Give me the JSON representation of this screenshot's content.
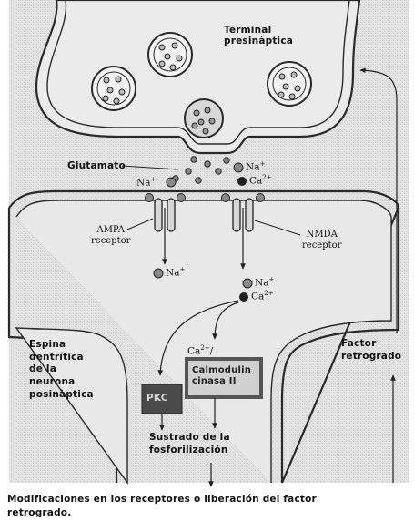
{
  "labels": {
    "presynaptic_line1": "Terminal",
    "presynaptic_line2": "presinàptica",
    "glutamate": "Glutamato",
    "na_left": "Na",
    "na_left_sup": "+",
    "na_right_top": "Na",
    "na_right_top_sup": "+",
    "ca_top": "Ca",
    "ca_top_sup": "2+",
    "ampa_line1": "AMPA",
    "ampa_line2": "receptor",
    "nmda_line1": "NMDA",
    "nmda_line2": "receptor",
    "na_ampa_below": "Na",
    "na_ampa_below_sup": "+",
    "na_nmda_below": "Na",
    "na_nmda_below_sup": "+",
    "ca_nmda_below": "Ca",
    "ca_nmda_below_sup": "2+",
    "spine_line1": "Espina",
    "spine_line2": "dentrítica",
    "spine_line3": "de la",
    "spine_line4": "neurona",
    "spine_line5": "posinàptica",
    "cam_ca": "Ca",
    "cam_ca_sup": "2+",
    "cam_slash": "/",
    "cam_line1": "Calmodulin",
    "cam_line2": "cinasa II",
    "pkc": "PKC",
    "substrate_line1": "Sustrado de la",
    "substrate_line2": "fosforilización",
    "retro_line1": "Factor",
    "retro_line2": "retrogrado",
    "bottom_line1": "Modificaciones en los receptores o liberación del factor",
    "bottom_line2": "retrogrado."
  },
  "colors": {
    "background": "#e3e3e3",
    "membrane": "#2a2a2a",
    "pkc_fill": "#4a4a4a",
    "cam_border": "#555555",
    "cam_fill": "#d0d0d0",
    "dot_dark": "#1e1e1e",
    "dot_grey": "#8a8a8a"
  }
}
